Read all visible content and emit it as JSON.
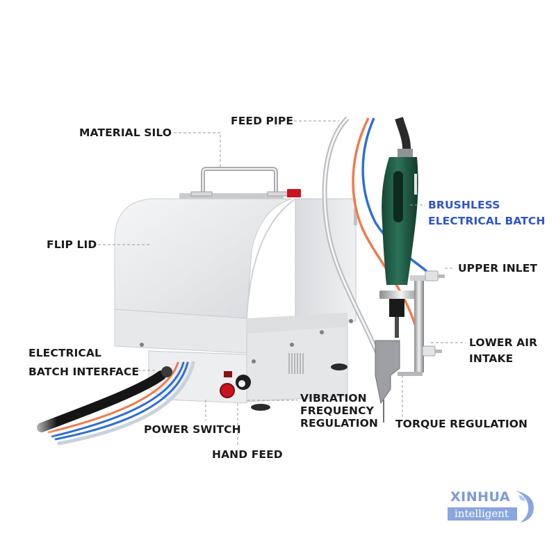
{
  "diagram": {
    "subject": "Handheld screw feeding machine with brushless electrical batch",
    "labels": {
      "feed_pipe": "FEED PIPE",
      "material_silo": "MATERIAL SILO",
      "flip_lid": "FLIP LID",
      "brushless_line1": "BRUSHLESS",
      "brushless_line2": "ELECTRICAL BATCH",
      "upper_inlet": "UPPER INLET",
      "lower_air_line1": "LOWER AIR",
      "lower_air_line2": "INTAKE",
      "electrical_line1": "ELECTRICAL",
      "electrical_line2": "BATCH INTERFACE",
      "vibration_line1": "VIBRATION",
      "vibration_line2": "FREQUENCY",
      "vibration_line3": "REGULATION",
      "torque_regulation": "TORQUE REGULATION",
      "power_switch": "POWER SWITCH",
      "hand_feed": "HAND FEED"
    },
    "colors": {
      "label_text": "#1a1a1a",
      "highlight_label": "#2f55c9",
      "leader_line": "#9a9a9a",
      "machine_body": "#e9eaec",
      "tool_green": "#1f5a45",
      "hose_orange": "#f07a4a",
      "hose_blue": "#2f6fd6",
      "knob_red": "#c8141e"
    }
  },
  "logo": {
    "brand": "XINHUA",
    "tagline": "intelligent",
    "color": "#7d9ad8"
  }
}
